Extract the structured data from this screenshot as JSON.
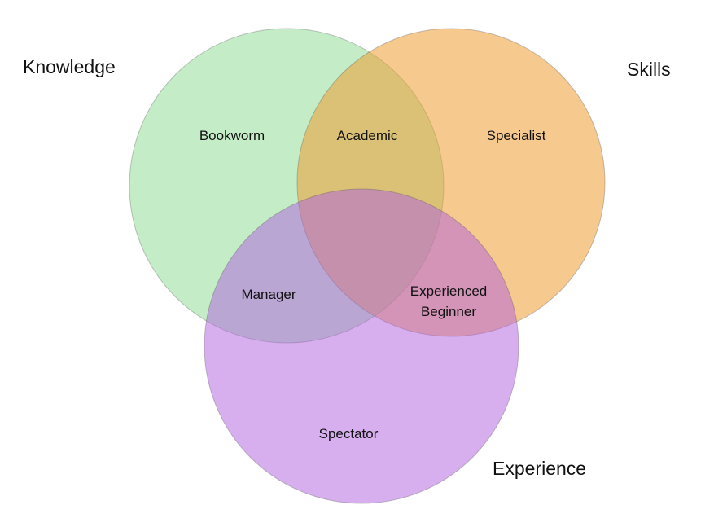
{
  "diagram": {
    "type": "venn-3-set",
    "background": "#ffffff",
    "sets": [
      {
        "id": "knowledge",
        "label": "Knowledge",
        "color": "rgba(125, 216, 130, 0.45)"
      },
      {
        "id": "skills",
        "label": "Skills",
        "color": "rgba(238, 157, 51, 0.55)"
      },
      {
        "id": "experience",
        "label": "Experience",
        "color": "rgba(176, 96, 224, 0.50)"
      }
    ],
    "regions": {
      "knowledge_only": "Bookworm",
      "knowledge_skills": "Academic",
      "skills_only": "Specialist",
      "knowledge_experience": "Manager",
      "skills_experience": [
        "Experienced",
        "Beginner"
      ],
      "experience_only": "Spectator",
      "all_three": ""
    }
  }
}
